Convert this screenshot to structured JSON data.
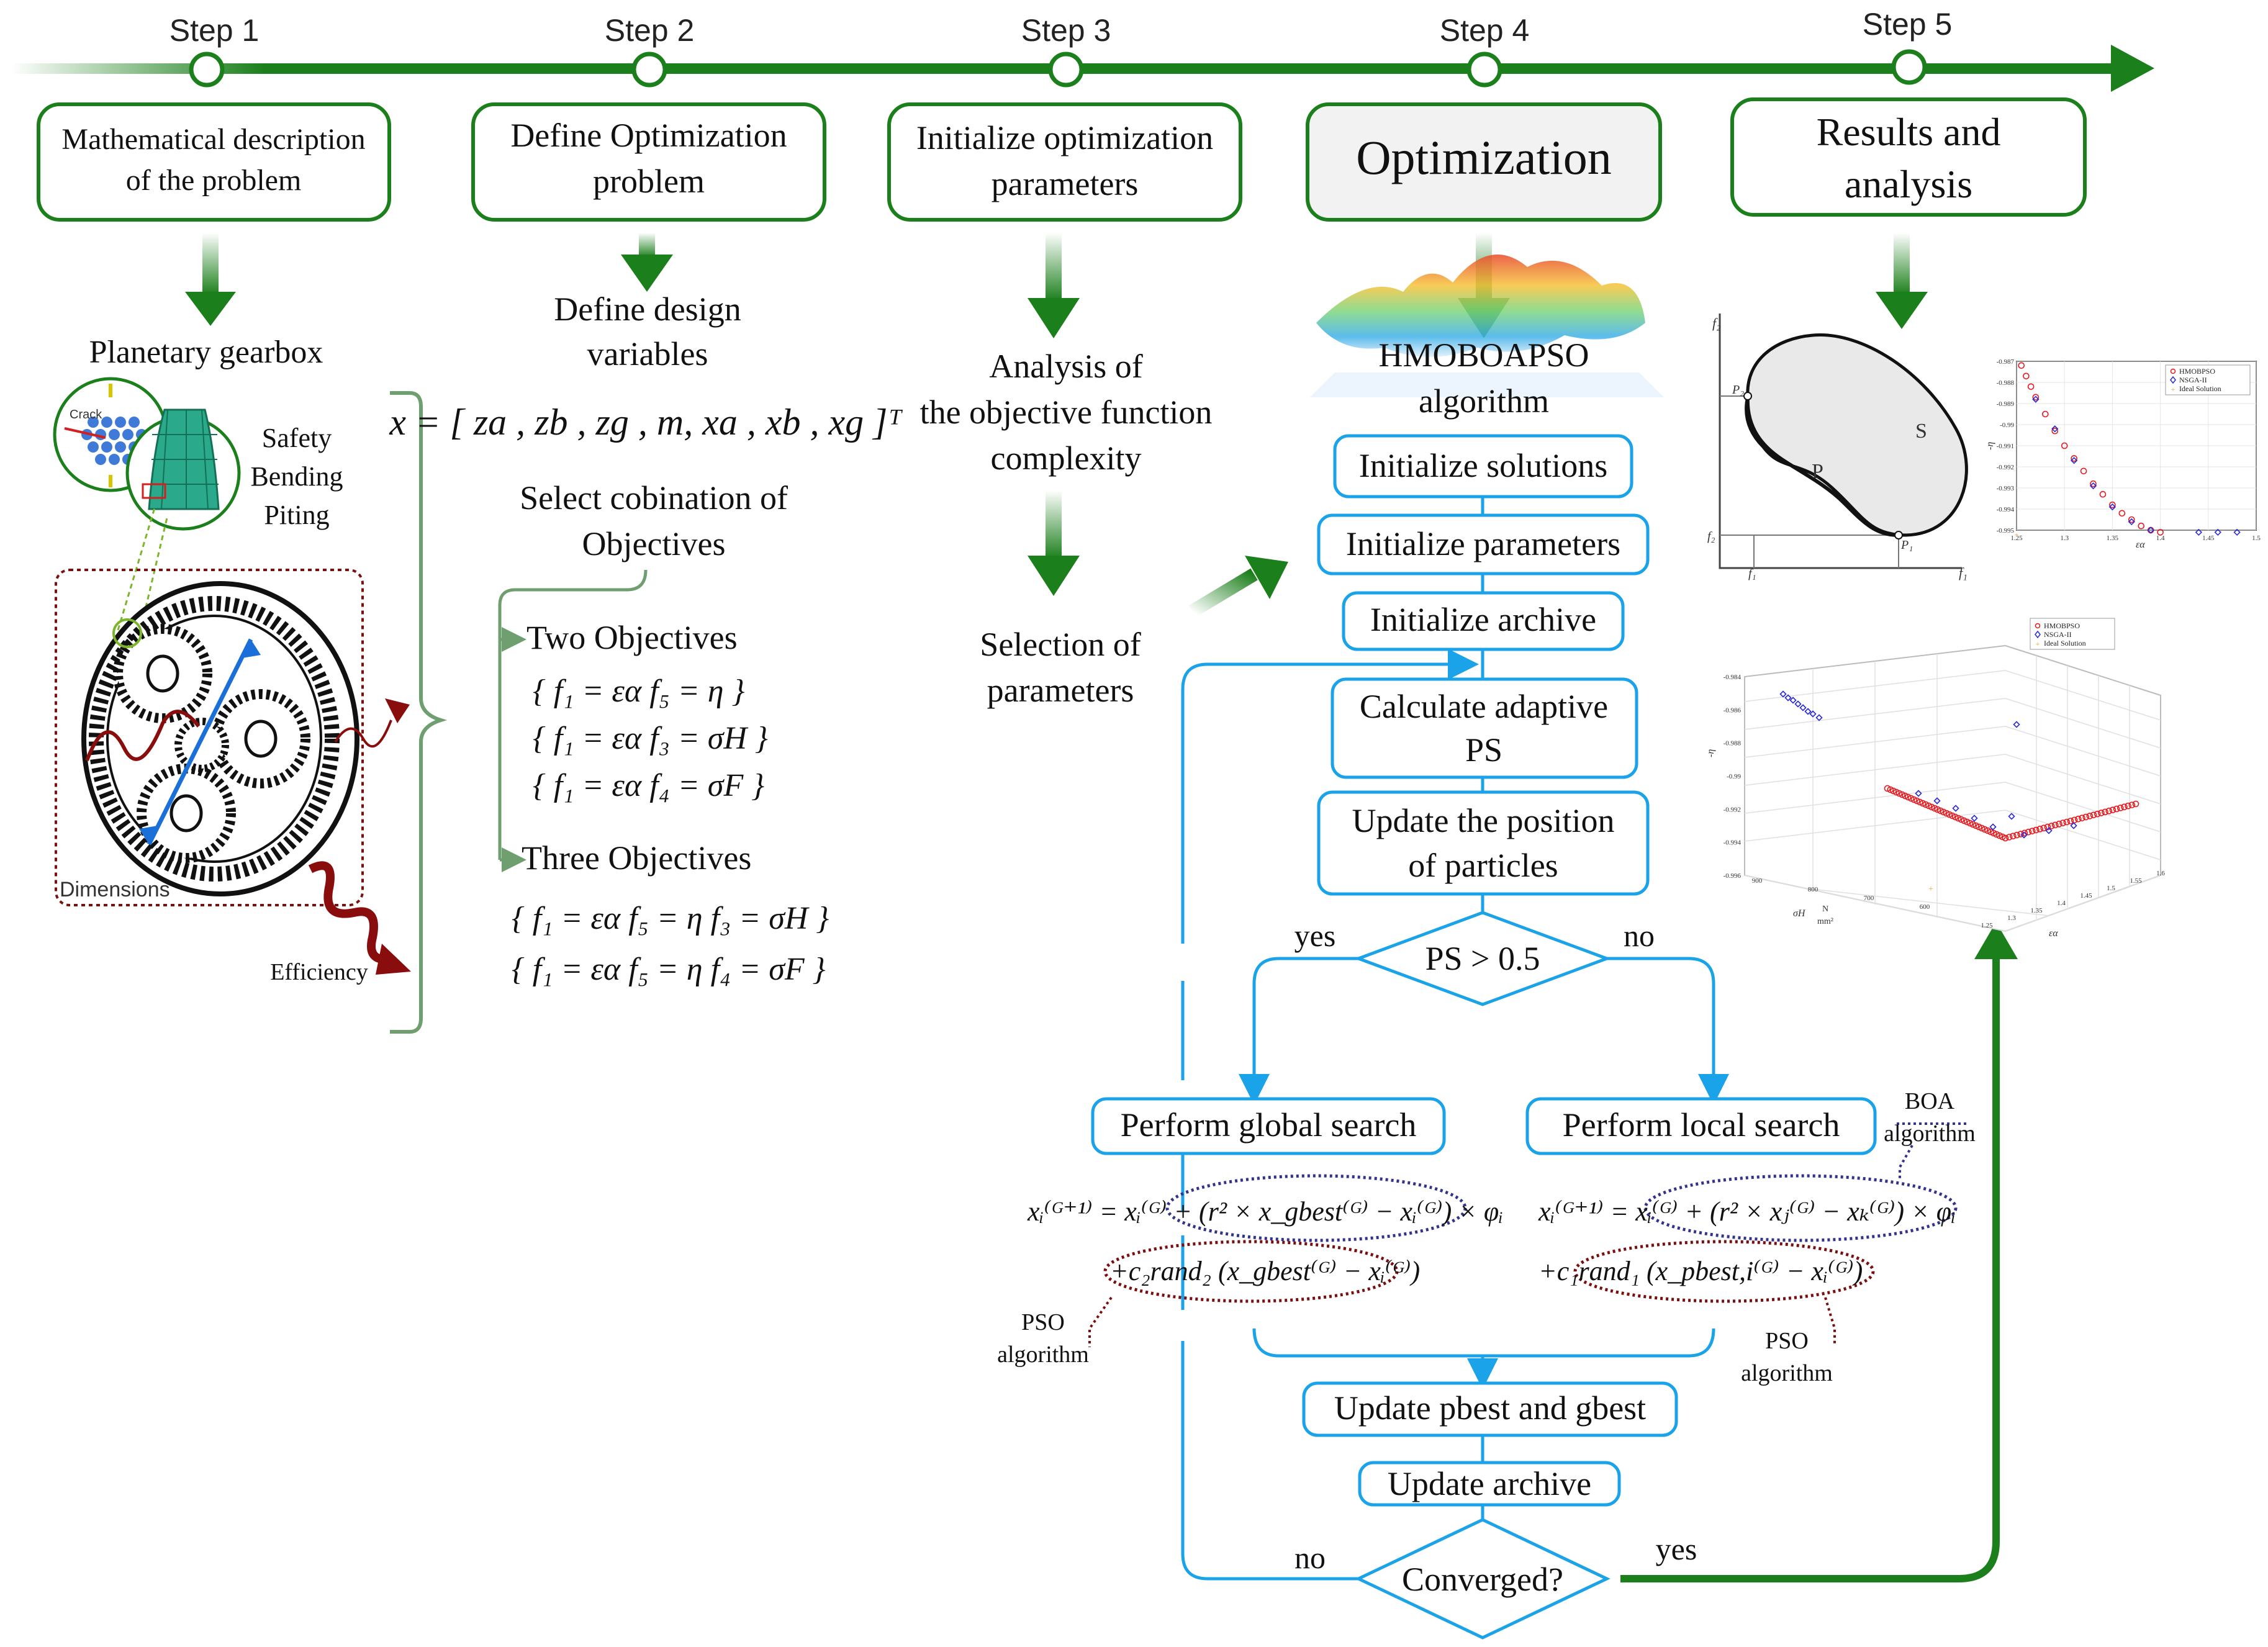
{
  "timeline": {
    "steps": [
      "Step 1",
      "Step 2",
      "Step 3",
      "Step 4",
      "Step 5"
    ],
    "accent_color": "#1b7f1b"
  },
  "step_boxes": {
    "step1": [
      "Mathematical description",
      "of the problem"
    ],
    "step2": [
      "Define Optimization",
      "problem"
    ],
    "step3": [
      "Initialize optimization",
      "parameters"
    ],
    "step4": [
      "Optimization"
    ],
    "step5": [
      "Results and",
      "analysis"
    ]
  },
  "step1": {
    "title": "Planetary gearbox",
    "labels": [
      "Safety",
      "Bending",
      "Piting"
    ],
    "crack_label": "Crack",
    "dimensions_label": "Dimensions",
    "efficiency_label": "Efficiency"
  },
  "step2": {
    "design_variables_label": [
      "Define design",
      "variables"
    ],
    "vector_equation": "x = [ za , zb , zg , m, xa , xb , xg ]ᵀ",
    "select_label": [
      "Select cobination of",
      "Objectives"
    ],
    "two_objectives_label": "Two Objectives",
    "two_objectives": [
      "{ f₁ = εα   f₅ = η }",
      "{ f₁ = εα   f₃ = σH }",
      "{ f₁ = εα   f₄ = σF }"
    ],
    "three_objectives_label": "Three Objectives",
    "three_objectives": [
      "{ f₁ = εα   f₅ = η   f₃ = σH }",
      "{ f₁ = εα   f₅ = η   f₄ = σF }"
    ]
  },
  "step3": {
    "analysis_label": [
      "Analysis of",
      "the objective function",
      "complexity"
    ],
    "selection_label": [
      "Selection of",
      "parameters"
    ]
  },
  "flowchart": {
    "algorithm_label": [
      "HMOBOAPSO",
      "algorithm"
    ],
    "init_solutions": "Initialize solutions",
    "init_parameters": "Initialize parameters",
    "init_archive": "Initialize archive",
    "calc_ps": [
      "Calculate adaptive",
      "PS"
    ],
    "update_position": [
      "Update the position",
      "of particles"
    ],
    "decision_ps": "PS > 0.5",
    "yes_label": "yes",
    "no_label": "no",
    "global_search": "Perform global search",
    "local_search": "Perform local search",
    "global_eq_line1": "xᵢ⁽ᴳ⁺¹⁾ = xᵢ⁽ᴳ⁾ + (r² × x_gbest⁽ᴳ⁾ − xᵢ⁽ᴳ⁾) × φᵢ",
    "global_eq_line2": "+c₂rand₂ (x_gbest⁽ᴳ⁾ − xᵢ⁽ᴳ⁾)",
    "local_eq_line1": "xᵢ⁽ᴳ⁺¹⁾ = xᵢ⁽ᴳ⁾ + (r² × xⱼ⁽ᴳ⁾ − xₖ⁽ᴳ⁾) × φᵢ",
    "local_eq_line2": "+c₁rand₁ (x_pbest,i⁽ᴳ⁾ − xᵢ⁽ᴳ⁾)",
    "pso_label": [
      "PSO",
      "algorithm"
    ],
    "boa_label": [
      "BOA",
      "algorithm"
    ],
    "update_best": "Update pbest and gbest",
    "update_archive": "Update archive",
    "converged": "Converged?",
    "flow_color": "#1aa3e8"
  },
  "results": {
    "pareto_sketch": {
      "y_axis_label": "f₂",
      "x_axis_label": "f₁",
      "region_label": "S",
      "front_label": "P",
      "point_p2": "P₂",
      "point_p1": "P₁",
      "f2_min_label": "f₂",
      "f1_min_label": "f₁"
    },
    "chart2d": {
      "legend": [
        "HMOBPSO",
        "NSGA-II",
        "Ideal Solution"
      ],
      "ylabel": "-η",
      "xlabel": "εα",
      "y_ticks": [
        "-0.987",
        "-0.988",
        "-0.989",
        "-0.99",
        "-0.991",
        "-0.992",
        "-0.993",
        "-0.994",
        "-0.995"
      ],
      "x_ticks": [
        "1.25",
        "1.3",
        "1.35",
        "1.4",
        "1.45",
        "1.5"
      ]
    },
    "chart3d": {
      "legend": [
        "HMOBPSO",
        "NSGA-II",
        "Ideal Solution"
      ],
      "z_ticks": [
        "-0.984",
        "-0.986",
        "-0.988",
        "-0.99",
        "-0.992",
        "-0.994",
        "-0.996"
      ],
      "sigma_ticks": [
        "900",
        "800",
        "700",
        "600"
      ],
      "eps_ticks": [
        "1.25",
        "1.3",
        "1.35",
        "1.4",
        "1.45",
        "1.5",
        "1.55",
        "1.6"
      ],
      "zlabel": "-η",
      "sigma_label": "σH",
      "sigma_unit_num": "N",
      "sigma_unit_den": "mm²",
      "eps_label": "εα"
    }
  },
  "chart_data": [
    {
      "type": "scatter",
      "xlabel": "εα",
      "ylabel": "-η",
      "xlim": [
        1.25,
        1.5
      ],
      "ylim": [
        -0.995,
        -0.987
      ],
      "series": [
        {
          "name": "HMOBPSO",
          "points": [
            [
              1.255,
              -0.9872
            ],
            [
              1.26,
              -0.9877
            ],
            [
              1.265,
              -0.9882
            ],
            [
              1.27,
              -0.9887
            ],
            [
              1.28,
              -0.9895
            ],
            [
              1.29,
              -0.9903
            ],
            [
              1.3,
              -0.991
            ],
            [
              1.31,
              -0.9916
            ],
            [
              1.32,
              -0.9922
            ],
            [
              1.33,
              -0.9928
            ],
            [
              1.34,
              -0.9933
            ],
            [
              1.35,
              -0.9938
            ],
            [
              1.36,
              -0.9942
            ],
            [
              1.37,
              -0.9945
            ],
            [
              1.38,
              -0.9948
            ],
            [
              1.39,
              -0.995
            ],
            [
              1.4,
              -0.9951
            ]
          ]
        },
        {
          "name": "NSGA-II",
          "points": [
            [
              1.27,
              -0.9888
            ],
            [
              1.29,
              -0.9902
            ],
            [
              1.31,
              -0.9917
            ],
            [
              1.33,
              -0.9929
            ],
            [
              1.35,
              -0.9939
            ],
            [
              1.37,
              -0.9946
            ],
            [
              1.39,
              -0.995
            ],
            [
              1.44,
              -0.9951
            ],
            [
              1.46,
              -0.9951
            ],
            [
              1.48,
              -0.9951
            ]
          ]
        },
        {
          "name": "Ideal Solution",
          "points": [
            [
              1.25,
              -0.9952
            ]
          ]
        }
      ]
    },
    {
      "type": "scatter",
      "xlabel": "εα",
      "ylabel": "σH",
      "zlabel": "-η",
      "series": [
        {
          "name": "HMOBPSO",
          "points": [
            [
              1.3,
              800,
              -0.9915
            ],
            [
              1.35,
              760,
              -0.9935
            ],
            [
              1.4,
              720,
              -0.9955
            ],
            [
              1.5,
              700,
              -0.9952
            ],
            [
              1.6,
              690,
              -0.9945
            ]
          ]
        },
        {
          "name": "NSGA-II",
          "points": [
            [
              1.25,
              900,
              -0.9845
            ],
            [
              1.28,
              880,
              -0.986
            ],
            [
              1.35,
              760,
              -0.994
            ],
            [
              1.45,
              700,
              -0.995
            ]
          ]
        },
        {
          "name": "Ideal Solution",
          "points": [
            [
              1.25,
              600,
              -0.996
            ]
          ]
        }
      ]
    }
  ]
}
